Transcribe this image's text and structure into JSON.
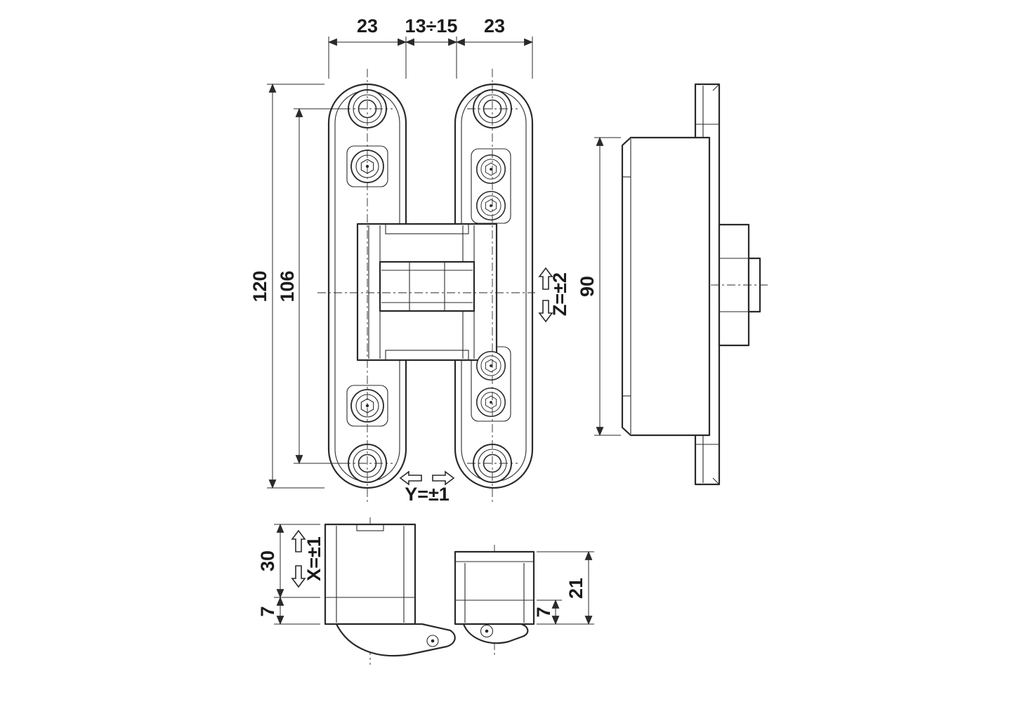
{
  "drawing": {
    "background": "#ffffff",
    "line_color": "#2a2a2a",
    "dims": {
      "plate_width_left": "23",
      "gap": "13÷15",
      "plate_width_right": "23",
      "overall_height": "120",
      "hole_spacing": "106",
      "z_adjustment": "Z=±2",
      "side_height": "90",
      "y_adjustment": "Y=±1",
      "cup_depth": "30",
      "plate_offset_left": "7",
      "x_adjustment": "X=±1",
      "arm_height": "21",
      "plate_offset_right": "7"
    }
  }
}
